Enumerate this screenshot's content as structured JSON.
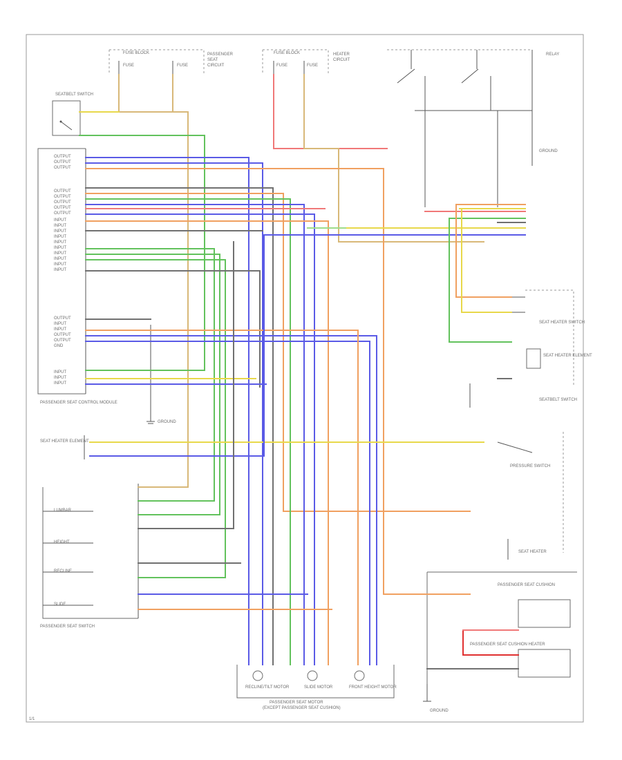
{
  "colors": {
    "yellow": "#e8d84a",
    "tan": "#d8b878",
    "green": "#62c25c",
    "blue": "#5a5ae6",
    "orange": "#f0a060",
    "pink": "#f07878",
    "red": "#e03030",
    "ltgreen": "#9edc8a",
    "gray": "#707070",
    "peach": "#f6c89a"
  },
  "labels": {
    "passenger_seat_switch_title": "PASSENGER SEAT SWITCH",
    "passenger_seat_motor_title": "PASSENGER SEAT MOTOR",
    "passenger_seat_motor_sub": "(EXCEPT PASSENGER SEAT CUSHION)",
    "recline_motor": "RECLINE/TILT MOTOR",
    "slide_motor": "SLIDE MOTOR",
    "front_height_motor": "FRONT HEIGHT MOTOR",
    "pressure_switch": "PRESSURE SWITCH",
    "seat_heater_switch": "SEAT HEATER SWITCH",
    "seat_heater_element": "SEAT HEATER ELEMENT",
    "seat_heater": "SEAT HEATER",
    "seatbelt_switch": "SEATBELT SWITCH",
    "passenger_seat_cushion": "PASSENGER SEAT CUSHION",
    "passenger_seat_cushion_heater": "PASSENGER SEAT CUSHION HEATER",
    "passenger_seat_control_module": "PASSENGER SEAT CONTROL MODULE",
    "slide": "SLIDE",
    "recline": "RECLINE",
    "height": "HEIGHT",
    "lumbar": "LUMBAR",
    "fuse_block_1": "FUSE BLOCK",
    "fuse_block_2": "FUSE BLOCK",
    "fuse_1": "FUSE",
    "fuse_2": "FUSE",
    "fuse_3": "FUSE",
    "fuse_4": "FUSE",
    "ground_1": "GROUND",
    "ground_2": "GROUND",
    "ground_3": "GROUND",
    "output": "OUTPUT",
    "input": "INPUT",
    "ground": "GND",
    "page_code": "1/1"
  }
}
